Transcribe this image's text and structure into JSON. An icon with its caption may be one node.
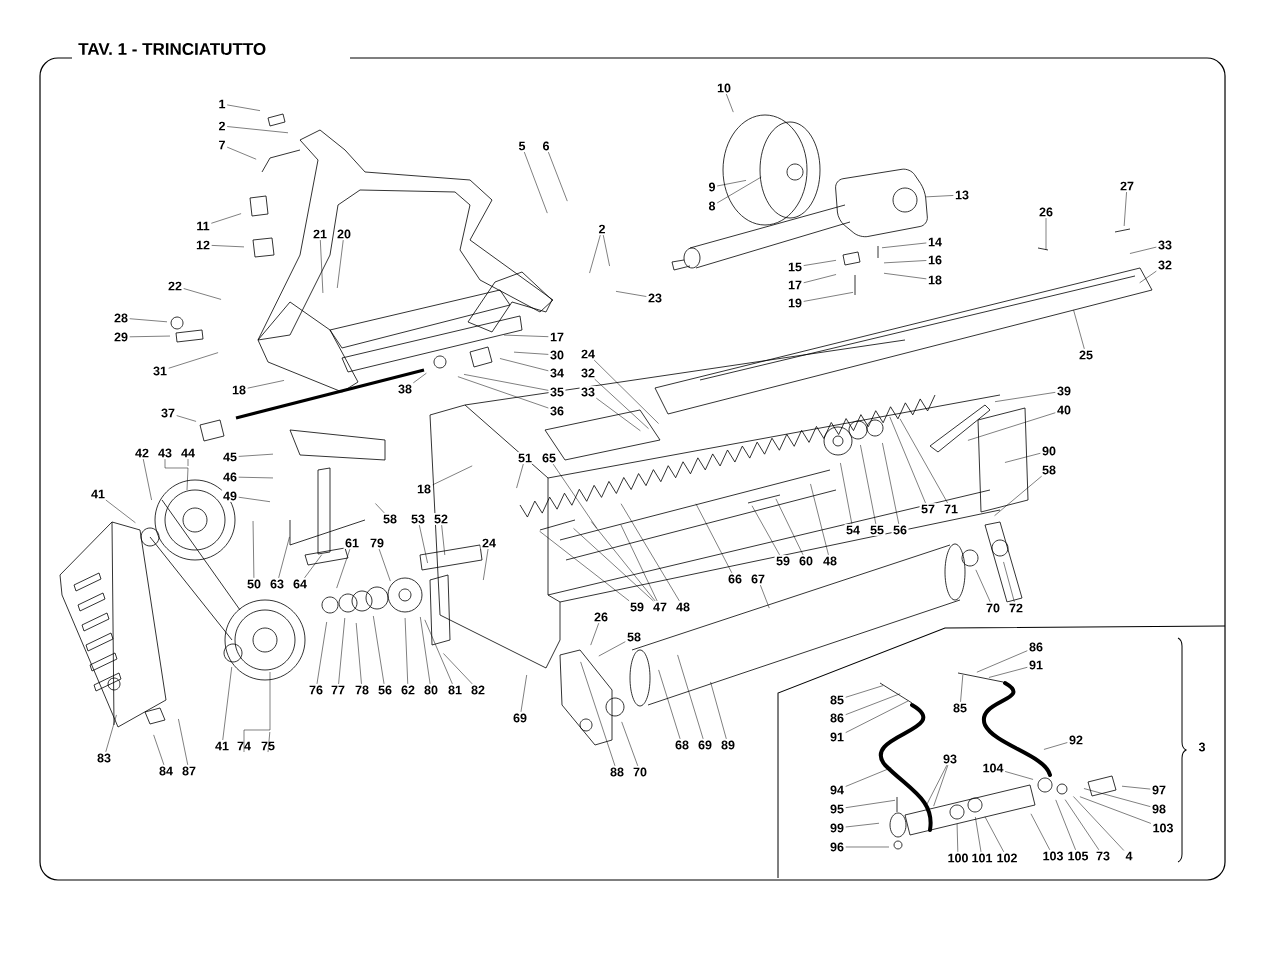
{
  "diagram": {
    "title": "TAV. 1 - TRINCIATUTTO",
    "nodes": [
      {
        "text": [
          "1"
        ]
      },
      {
        "text": [
          "2"
        ]
      },
      {
        "text": [
          "7"
        ]
      },
      {
        "text": [
          "10"
        ]
      },
      {
        "text": [
          "5"
        ]
      },
      {
        "text": [
          "6"
        ]
      },
      {
        "text": [
          "27"
        ]
      },
      {
        "text": [
          "9"
        ]
      },
      {
        "text": [
          "13"
        ]
      },
      {
        "text": [
          "8"
        ]
      },
      {
        "text": [
          "26"
        ]
      },
      {
        "text": [
          "11"
        ]
      },
      {
        "text": [
          "2"
        ]
      },
      {
        "text": [
          "21"
        ]
      },
      {
        "text": [
          "20"
        ]
      },
      {
        "text": [
          "14"
        ]
      },
      {
        "text": [
          "12"
        ]
      },
      {
        "text": [
          "33"
        ]
      },
      {
        "text": [
          "16"
        ]
      },
      {
        "text": [
          "32"
        ]
      },
      {
        "text": [
          "15"
        ]
      },
      {
        "text": [
          "18"
        ]
      },
      {
        "text": [
          "17"
        ]
      },
      {
        "text": [
          "22"
        ]
      },
      {
        "text": [
          "23"
        ]
      },
      {
        "text": [
          "19"
        ]
      },
      {
        "text": [
          "28"
        ]
      },
      {
        "text": [
          "17"
        ]
      },
      {
        "text": [
          "29"
        ]
      },
      {
        "text": [
          "24"
        ]
      },
      {
        "text": [
          "30"
        ]
      },
      {
        "text": [
          "25"
        ]
      },
      {
        "text": [
          "31"
        ]
      },
      {
        "text": [
          "34"
        ]
      },
      {
        "text": [
          "32"
        ]
      },
      {
        "text": [
          "18"
        ]
      },
      {
        "text": [
          "38"
        ]
      },
      {
        "text": [
          "39"
        ]
      },
      {
        "text": [
          "35"
        ]
      },
      {
        "text": [
          "33"
        ]
      },
      {
        "text": [
          "40"
        ]
      },
      {
        "text": [
          "36"
        ]
      },
      {
        "text": [
          "37"
        ]
      },
      {
        "text": [
          "90"
        ]
      },
      {
        "text": [
          "42"
        ]
      },
      {
        "text": [
          "43"
        ]
      },
      {
        "text": [
          "44"
        ]
      },
      {
        "text": [
          "45"
        ]
      },
      {
        "text": [
          "51"
        ]
      },
      {
        "text": [
          "65"
        ]
      },
      {
        "text": [
          "58"
        ]
      },
      {
        "text": [
          "46"
        ]
      },
      {
        "text": [
          "18"
        ]
      },
      {
        "text": [
          "41"
        ]
      },
      {
        "text": [
          "49"
        ]
      },
      {
        "text": [
          "57"
        ]
      },
      {
        "text": [
          "71"
        ]
      },
      {
        "text": [
          "58"
        ]
      },
      {
        "text": [
          "53"
        ]
      },
      {
        "text": [
          "52"
        ]
      },
      {
        "text": [
          "54"
        ]
      },
      {
        "text": [
          "55"
        ]
      },
      {
        "text": [
          "56"
        ]
      },
      {
        "text": [
          "61"
        ]
      },
      {
        "text": [
          "79"
        ]
      },
      {
        "text": [
          "24"
        ]
      },
      {
        "text": [
          "59"
        ]
      },
      {
        "text": [
          "60"
        ]
      },
      {
        "text": [
          "48"
        ]
      },
      {
        "text": [
          "66"
        ]
      },
      {
        "text": [
          "67"
        ]
      },
      {
        "text": [
          "50"
        ]
      },
      {
        "text": [
          "63"
        ]
      },
      {
        "text": [
          "64"
        ]
      },
      {
        "text": [
          "59"
        ]
      },
      {
        "text": [
          "47"
        ]
      },
      {
        "text": [
          "48"
        ]
      },
      {
        "text": [
          "70"
        ]
      },
      {
        "text": [
          "72"
        ]
      },
      {
        "text": [
          "26"
        ]
      },
      {
        "text": [
          "58"
        ]
      },
      {
        "text": [
          "86"
        ]
      },
      {
        "text": [
          "91"
        ]
      },
      {
        "text": [
          "76"
        ]
      },
      {
        "text": [
          "77"
        ]
      },
      {
        "text": [
          "78"
        ]
      },
      {
        "text": [
          "56"
        ]
      },
      {
        "text": [
          "62"
        ]
      },
      {
        "text": [
          "80"
        ]
      },
      {
        "text": [
          "81"
        ]
      },
      {
        "text": [
          "82"
        ]
      },
      {
        "text": [
          "85"
        ]
      },
      {
        "text": [
          "85"
        ]
      },
      {
        "text": [
          "69"
        ]
      },
      {
        "text": [
          "86"
        ]
      },
      {
        "text": [
          "91"
        ]
      },
      {
        "text": [
          "92"
        ]
      },
      {
        "text": [
          "68"
        ]
      },
      {
        "text": [
          "69"
        ]
      },
      {
        "text": [
          "89"
        ]
      },
      {
        "text": [
          "41"
        ]
      },
      {
        "text": [
          "74"
        ]
      },
      {
        "text": [
          "75"
        ]
      },
      {
        "text": [
          "83"
        ]
      },
      {
        "text": [
          "93"
        ]
      },
      {
        "text": [
          "104"
        ]
      },
      {
        "text": [
          "84"
        ]
      },
      {
        "text": [
          "87"
        ]
      },
      {
        "text": [
          "88"
        ]
      },
      {
        "text": [
          "70"
        ]
      },
      {
        "text": [
          "94"
        ]
      },
      {
        "text": [
          "97"
        ]
      },
      {
        "text": [
          "95"
        ]
      },
      {
        "text": [
          "98"
        ]
      },
      {
        "text": [
          "99"
        ]
      },
      {
        "text": [
          "103"
        ]
      },
      {
        "text": [
          "96"
        ]
      },
      {
        "text": [
          "103"
        ]
      },
      {
        "text": [
          "105"
        ]
      },
      {
        "text": [
          "73"
        ]
      },
      {
        "text": [
          "4"
        ]
      },
      {
        "text": [
          "100"
        ]
      },
      {
        "text": [
          "101"
        ]
      },
      {
        "text": [
          "102"
        ]
      }
    ],
    "edges": [
      {
        "from": 0,
        "to": null,
        "arrow": "none"
      },
      {
        "from": 1,
        "to": null,
        "arrow": "none"
      },
      {
        "from": 2,
        "to": null,
        "arrow": "none"
      },
      {
        "from": 3,
        "to": null,
        "arrow": "none"
      },
      {
        "from": 4,
        "to": null,
        "arrow": "none"
      },
      {
        "from": 5,
        "to": null,
        "arrow": "none"
      },
      {
        "from": 6,
        "to": null,
        "arrow": "none"
      },
      {
        "from": 7,
        "to": null,
        "arrow": "none"
      },
      {
        "from": 8,
        "to": null,
        "arrow": "none"
      },
      {
        "from": 9,
        "to": null,
        "arrow": "none"
      },
      {
        "from": 10,
        "to": null,
        "arrow": "none"
      },
      {
        "from": 11,
        "to": null,
        "arrow": "none"
      },
      {
        "from": 12,
        "to": null,
        "arrow": "none"
      },
      {
        "from": 12,
        "to": null,
        "arrow": "none"
      },
      {
        "from": 13,
        "to": null,
        "arrow": "none"
      },
      {
        "from": 14,
        "to": null,
        "arrow": "none"
      },
      {
        "from": 15,
        "to": null,
        "arrow": "none"
      },
      {
        "from": 16,
        "to": null,
        "arrow": "none"
      },
      {
        "from": 17,
        "to": null,
        "arrow": "none"
      },
      {
        "from": 18,
        "to": null,
        "arrow": "none"
      },
      {
        "from": 19,
        "to": null,
        "arrow": "none"
      },
      {
        "from": 20,
        "to": null,
        "arrow": "none"
      },
      {
        "from": 21,
        "to": null,
        "arrow": "none"
      },
      {
        "from": 22,
        "to": null,
        "arrow": "none"
      },
      {
        "from": 23,
        "to": null,
        "arrow": "none"
      },
      {
        "from": 24,
        "to": null,
        "arrow": "none"
      },
      {
        "from": 25,
        "to": null,
        "arrow": "none"
      },
      {
        "from": 26,
        "to": null,
        "arrow": "none"
      },
      {
        "from": 27,
        "to": null,
        "arrow": "none"
      },
      {
        "from": 28,
        "to": null,
        "arrow": "none"
      },
      {
        "from": 29,
        "to": null,
        "arrow": "none"
      },
      {
        "from": 30,
        "to": null,
        "arrow": "none"
      },
      {
        "from": 31,
        "to": null,
        "arrow": "none"
      },
      {
        "from": 32,
        "to": null,
        "arrow": "none"
      },
      {
        "from": 33,
        "to": null,
        "arrow": "none"
      },
      {
        "from": 34,
        "to": null,
        "arrow": "none"
      },
      {
        "from": 35,
        "to": null,
        "arrow": "none"
      },
      {
        "from": 36,
        "to": null,
        "arrow": "none"
      },
      {
        "from": 37,
        "to": null,
        "arrow": "none"
      },
      {
        "from": 38,
        "to": null,
        "arrow": "none"
      },
      {
        "from": 39,
        "to": null,
        "arrow": "none"
      },
      {
        "from": 40,
        "to": null,
        "arrow": "none"
      },
      {
        "from": 41,
        "to": null,
        "arrow": "none"
      },
      {
        "from": 42,
        "to": null,
        "arrow": "none"
      },
      {
        "from": 43,
        "to": null,
        "arrow": "none"
      },
      {
        "from": 44,
        "to": null,
        "arrow": "none"
      },
      {
        "from": 45,
        "to": null,
        "arrow": "none"
      },
      {
        "from": 46,
        "to": null,
        "arrow": "none"
      },
      {
        "from": 47,
        "to": null,
        "arrow": "none"
      },
      {
        "from": 48,
        "to": null,
        "arrow": "none"
      },
      {
        "from": 49,
        "to": null,
        "arrow": "none"
      },
      {
        "from": 50,
        "to": null,
        "arrow": "none"
      },
      {
        "from": 51,
        "to": null,
        "arrow": "none"
      },
      {
        "from": 52,
        "to": null,
        "arrow": "none"
      },
      {
        "from": 53,
        "to": null,
        "arrow": "none"
      },
      {
        "from": 54,
        "to": null,
        "arrow": "none"
      },
      {
        "from": 55,
        "to": null,
        "arrow": "none"
      },
      {
        "from": 56,
        "to": null,
        "arrow": "none"
      },
      {
        "from": 57,
        "to": null,
        "arrow": "none"
      },
      {
        "from": 58,
        "to": null,
        "arrow": "none"
      },
      {
        "from": 59,
        "to": null,
        "arrow": "none"
      },
      {
        "from": 60,
        "to": null,
        "arrow": "none"
      },
      {
        "from": 61,
        "to": null,
        "arrow": "none"
      },
      {
        "from": 62,
        "to": null,
        "arrow": "none"
      },
      {
        "from": 63,
        "to": null,
        "arrow": "none"
      },
      {
        "from": 64,
        "to": null,
        "arrow": "none"
      },
      {
        "from": 65,
        "to": null,
        "arrow": "none"
      },
      {
        "from": 66,
        "to": null,
        "arrow": "none"
      },
      {
        "from": 67,
        "to": null,
        "arrow": "none"
      },
      {
        "from": 68,
        "to": null,
        "arrow": "none"
      },
      {
        "from": 69,
        "to": null,
        "arrow": "none"
      },
      {
        "from": 70,
        "to": null,
        "arrow": "none"
      },
      {
        "from": 71,
        "to": null,
        "arrow": "none"
      },
      {
        "from": 72,
        "to": null,
        "arrow": "none"
      },
      {
        "from": 73,
        "to": null,
        "arrow": "none"
      },
      {
        "from": 74,
        "to": null,
        "arrow": "none"
      },
      {
        "from": 75,
        "to": null,
        "arrow": "none"
      },
      {
        "from": 75,
        "to": null,
        "arrow": "none"
      },
      {
        "from": 75,
        "to": null,
        "arrow": "none"
      },
      {
        "from": 76,
        "to": null,
        "arrow": "none"
      },
      {
        "from": 77,
        "to": null,
        "arrow": "none"
      },
      {
        "from": 78,
        "to": null,
        "arrow": "none"
      },
      {
        "from": 79,
        "to": null,
        "arrow": "none"
      },
      {
        "from": 80,
        "to": null,
        "arrow": "none"
      },
      {
        "from": 81,
        "to": null,
        "arrow": "none"
      },
      {
        "from": 82,
        "to": null,
        "arrow": "none"
      },
      {
        "from": 83,
        "to": null,
        "arrow": "none"
      },
      {
        "from": 84,
        "to": null,
        "arrow": "none"
      },
      {
        "from": 85,
        "to": null,
        "arrow": "none"
      },
      {
        "from": 86,
        "to": null,
        "arrow": "none"
      },
      {
        "from": 87,
        "to": null,
        "arrow": "none"
      },
      {
        "from": 88,
        "to": null,
        "arrow": "none"
      },
      {
        "from": 89,
        "to": null,
        "arrow": "none"
      },
      {
        "from": 90,
        "to": null,
        "arrow": "none"
      },
      {
        "from": 91,
        "to": null,
        "arrow": "none"
      },
      {
        "from": 92,
        "to": null,
        "arrow": "none"
      },
      {
        "from": 93,
        "to": null,
        "arrow": "none"
      },
      {
        "from": 94,
        "to": null,
        "arrow": "none"
      },
      {
        "from": 95,
        "to": null,
        "arrow": "none"
      },
      {
        "from": 96,
        "to": null,
        "arrow": "none"
      },
      {
        "from": 97,
        "to": null,
        "arrow": "none"
      },
      {
        "from": 98,
        "to": null,
        "arrow": "none"
      },
      {
        "from": 99,
        "to": null,
        "arrow": "none"
      },
      {
        "from": 100,
        "to": null,
        "arrow": "none"
      },
      {
        "from": 101,
        "to": null,
        "arrow": "none"
      },
      {
        "from": 102,
        "to": null,
        "arrow": "none"
      },
      {
        "from": 103,
        "to": null,
        "arrow": "none"
      },
      {
        "from": 104,
        "to": null,
        "arrow": "none"
      },
      {
        "from": 104,
        "to": null,
        "arrow": "none"
      },
      {
        "from": 105,
        "to": null,
        "arrow": "none"
      },
      {
        "from": 106,
        "to": null,
        "arrow": "none"
      },
      {
        "from": 107,
        "to": null,
        "arrow": "none"
      },
      {
        "from": 108,
        "to": null,
        "arrow": "none"
      },
      {
        "from": 109,
        "to": null,
        "arrow": "none"
      },
      {
        "from": 110,
        "to": null,
        "arrow": "none"
      },
      {
        "from": 111,
        "to": null,
        "arrow": "none"
      },
      {
        "from": 112,
        "to": null,
        "arrow": "none"
      },
      {
        "from": 113,
        "to": null,
        "arrow": "none"
      },
      {
        "from": 114,
        "to": null,
        "arrow": "none"
      },
      {
        "from": 115,
        "to": null,
        "arrow": "none"
      },
      {
        "from": 116,
        "to": null,
        "arrow": "none"
      },
      {
        "from": 117,
        "to": null,
        "arrow": "none"
      },
      {
        "from": 118,
        "to": null,
        "arrow": "none"
      },
      {
        "from": 119,
        "to": null,
        "arrow": "none"
      },
      {
        "from": 120,
        "to": null,
        "arrow": "none"
      },
      {
        "from": 121,
        "to": null,
        "arrow": "none"
      },
      {
        "from": 122,
        "to": null,
        "arrow": "none"
      },
      {
        "from": 123,
        "to": null,
        "arrow": "none"
      }
    ],
    "labels": [
      "3"
    ]
  }
}
